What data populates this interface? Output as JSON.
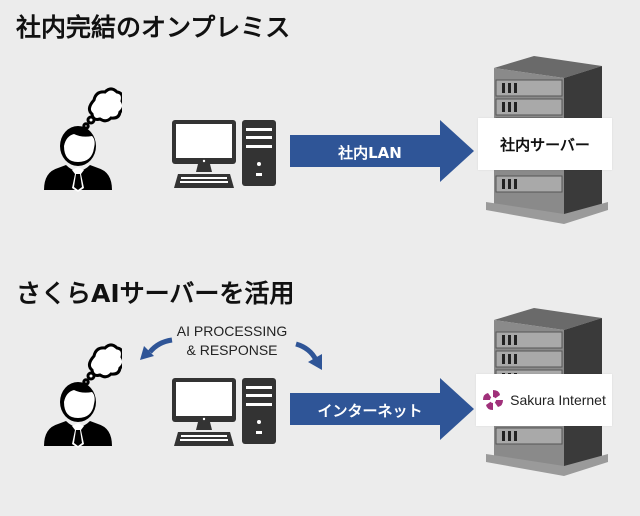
{
  "sections": [
    {
      "title": "社内完結のオンプレミス",
      "arrow_label": "社内LAN",
      "server_label": "社内サーバー"
    },
    {
      "title": "さくらAIサーバーを活用",
      "arrow_label": "インターネット",
      "server_logo_text": "Sakura Internet",
      "processing_label_line1": "AI PROCESSING",
      "processing_label_line2": "& RESPONSE"
    }
  ],
  "colors": {
    "arrow": "#2f5597",
    "background": "#ececec",
    "logo_accent": "#a0307a"
  }
}
